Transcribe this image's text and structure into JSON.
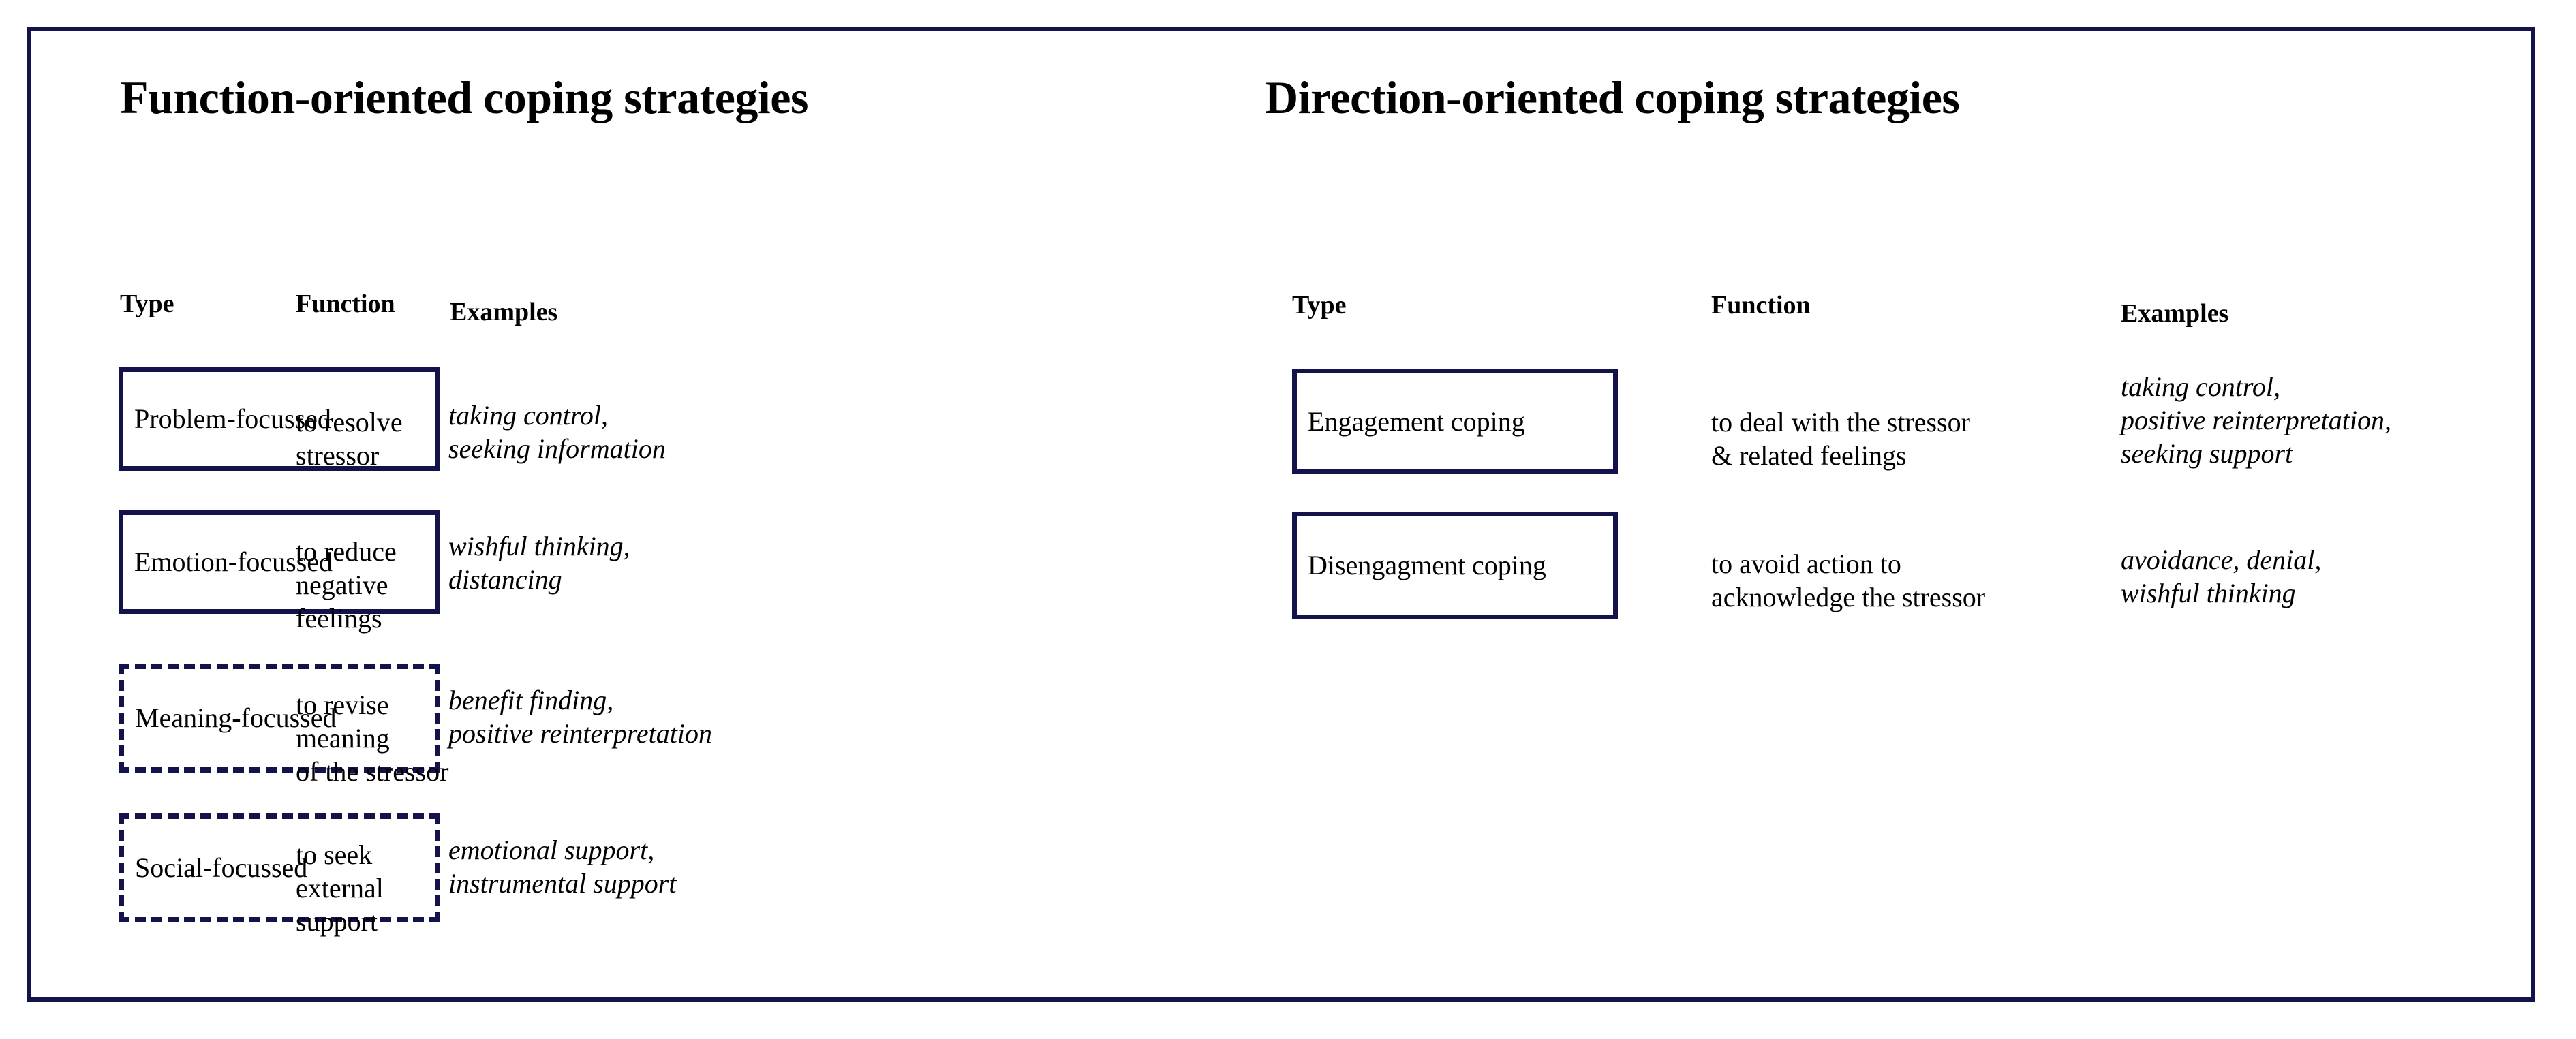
{
  "figure": {
    "border_color": "#14124a",
    "background": "#ffffff"
  },
  "panels": [
    {
      "id": "function-oriented",
      "title": "Function-oriented coping strategies",
      "headers": {
        "type": "Type",
        "function": "Function",
        "examples": "Examples"
      },
      "rows": [
        {
          "type": "Problem-focussed",
          "box_style": "solid",
          "function": "to resolve  stressor",
          "examples": "taking control,\nseeking information"
        },
        {
          "type": "Emotion-focussed",
          "box_style": "solid",
          "function": "to reduce negative\nfeelings",
          "examples": "wishful thinking,\ndistancing"
        },
        {
          "type": "Meaning-focussed",
          "box_style": "dashed",
          "function": "to revise meaning\nof the stressor",
          "examples": "benefit finding,\npositive reinterpretation"
        },
        {
          "type": "Social-focussed",
          "box_style": "dashed",
          "function": "to seek  external\nsupport",
          "examples": "emotional support,\ninstrumental support"
        }
      ]
    },
    {
      "id": "direction-oriented",
      "title": "Direction-oriented coping strategies",
      "headers": {
        "type": "Type",
        "function": "Function",
        "examples": "Examples"
      },
      "rows": [
        {
          "type": "Engagement  coping",
          "box_style": "solid",
          "function": "to deal with the stressor\n& related  feelings",
          "examples": "taking control,\npositive reinterpretation,\nseeking support"
        },
        {
          "type": "Disengagment  coping",
          "box_style": "solid",
          "function": "to avoid action to\nacknowledge  the stressor",
          "examples": "avoidance, denial,\nwishful thinking"
        }
      ]
    }
  ]
}
